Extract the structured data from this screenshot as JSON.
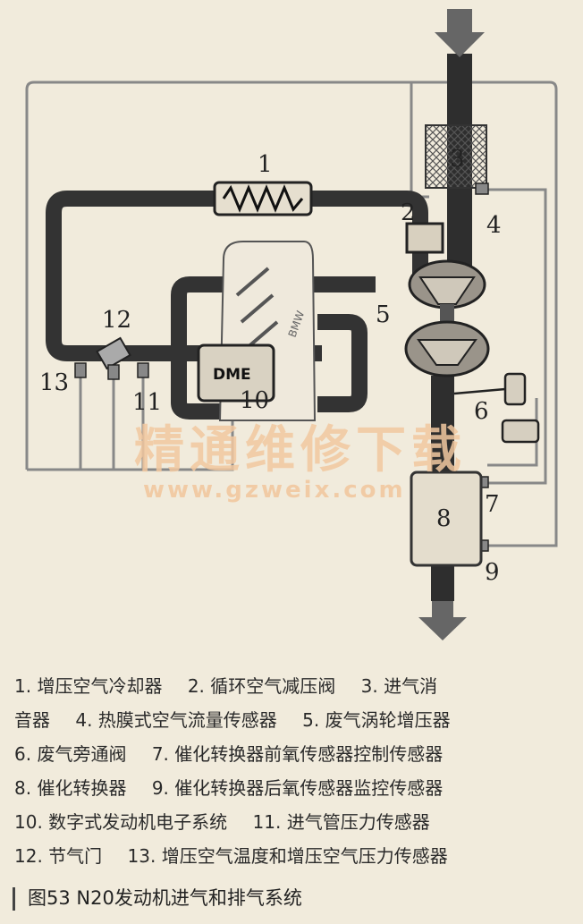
{
  "diagram": {
    "numbers": [
      "1",
      "2",
      "3",
      "4",
      "5",
      "6",
      "7",
      "8",
      "9",
      "10",
      "11",
      "12",
      "13"
    ],
    "dme_label": "DME",
    "engine_brand": "BMW",
    "watermark_cn": "精通维修下载",
    "watermark_url": "www.gzweix.com"
  },
  "legend": {
    "line1": [
      "1. 增压空气冷却器",
      "2. 循环空气减压阀",
      "3. 进气消"
    ],
    "line2": [
      "音器",
      "4. 热膜式空气流量传感器",
      "5. 废气涡轮增压器"
    ],
    "line3": [
      "6. 废气旁通阀",
      "7. 催化转换器前氧传感器控制传感器"
    ],
    "line4": [
      "8. 催化转换器",
      "9. 催化转换器后氧传感器监控传感器"
    ],
    "line5": [
      "10. 数字式发动机电子系统",
      "11. 进气管压力传感器"
    ],
    "line6": [
      "12. 节气门",
      "13. 增压空气温度和增压空气压力传感器"
    ]
  },
  "caption": "图53  N20发动机进气和排气系统"
}
